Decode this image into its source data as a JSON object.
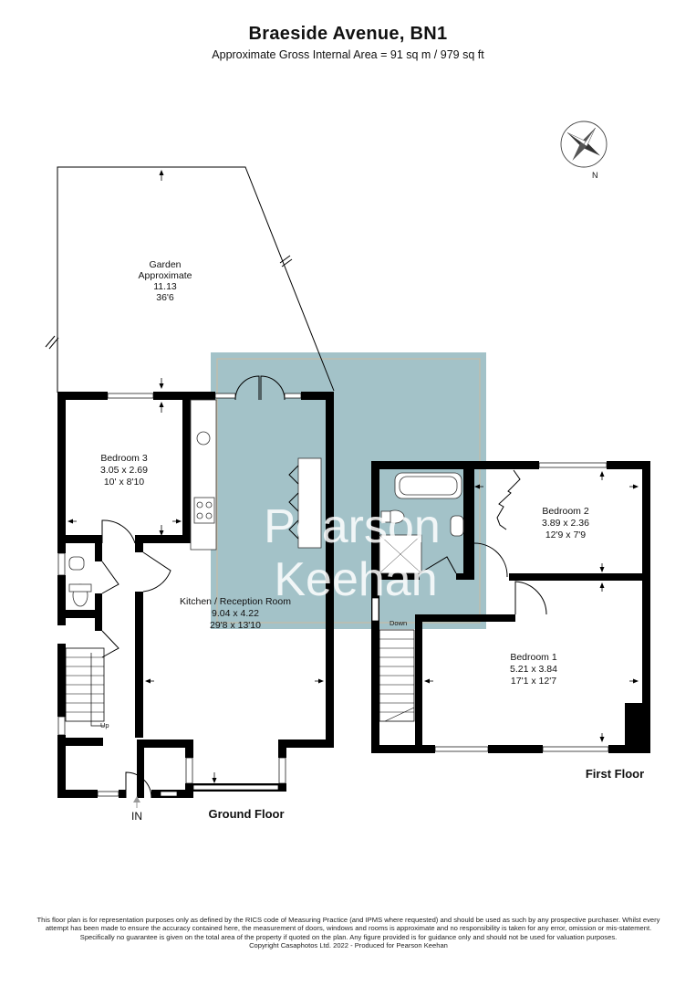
{
  "header": {
    "title": "Braeside Avenue, BN1",
    "subtitle": "Approximate Gross Internal Area = 91 sq m / 979 sq ft"
  },
  "compass": {
    "label": "N"
  },
  "watermark": {
    "line1": "Pearson",
    "line2": "Keehan",
    "color": "#9fbfc6"
  },
  "ground_floor": {
    "label": "Ground Floor",
    "entrance_label": "IN",
    "stairs_label": "Up",
    "garden": {
      "name": "Garden",
      "line2": "Approximate",
      "metric": "11.13",
      "imperial": "36'6"
    },
    "bedroom3": {
      "name": "Bedroom 3",
      "metric": "3.05 x 2.69",
      "imperial": "10' x 8'10"
    },
    "kitchen": {
      "name": "Kitchen / Reception Room",
      "metric": "9.04 x 4.22",
      "imperial": "29'8 x 13'10"
    }
  },
  "first_floor": {
    "label": "First Floor",
    "stairs_label": "Down",
    "bedroom2": {
      "name": "Bedroom 2",
      "metric": "3.89 x 2.36",
      "imperial": "12'9 x 7'9"
    },
    "bedroom1": {
      "name": "Bedroom 1",
      "metric": "5.21 x 3.84",
      "imperial": "17'1 x 12'7"
    }
  },
  "disclaimer": {
    "text": "This floor plan is for representation purposes only as defined by the RICS code of Measuring Practice (and IPMS where requested) and should be used as such by any prospective purchaser. Whilst every attempt has been made to ensure the accuracy contained here, the measurement of doors, windows and rooms is approximate and no responsibility is taken for any error, omission or mis-statement. Specifically no guarantee is given on the total area of the property if quoted on the plan. Any figure provided is for guidance only and should not be used for valuation purposes.",
    "copyright": "Copyright Casaphotos Ltd. 2022 - Produced for Pearson Keehan"
  }
}
